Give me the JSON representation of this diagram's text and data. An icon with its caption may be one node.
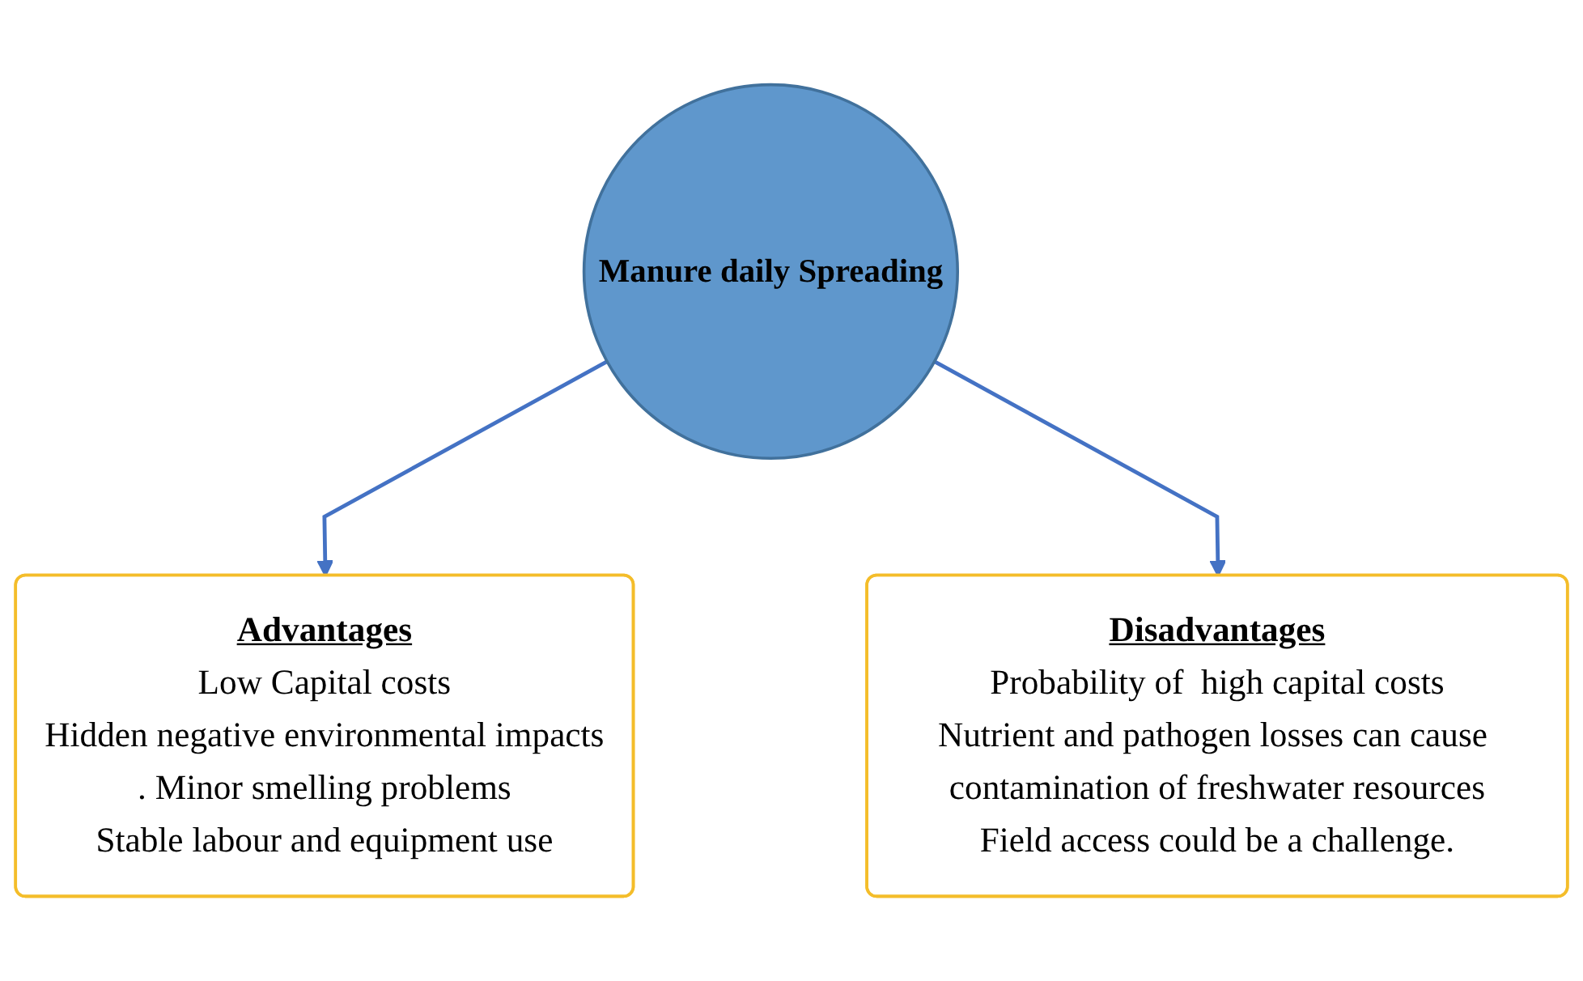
{
  "diagram": {
    "nodes": [
      {
        "text": [
          "Manure daily Spreading"
        ]
      },
      {
        "text": [
          "Advantages",
          "Low Capital costs",
          "Hidden negative environmental impacts",
          ". Minor smelling problems",
          "Stable labour and equipment use"
        ]
      },
      {
        "text": [
          "Disadvantages",
          "Probability of  high capital costs",
          "Nutrient and pathogen losses can cause contamination of freshwater resources",
          "Field access could be a challenge."
        ]
      }
    ],
    "edges": [
      {
        "from": 0,
        "to": 1,
        "arrow": "to"
      },
      {
        "from": 0,
        "to": 2,
        "arrow": "to"
      }
    ]
  }
}
